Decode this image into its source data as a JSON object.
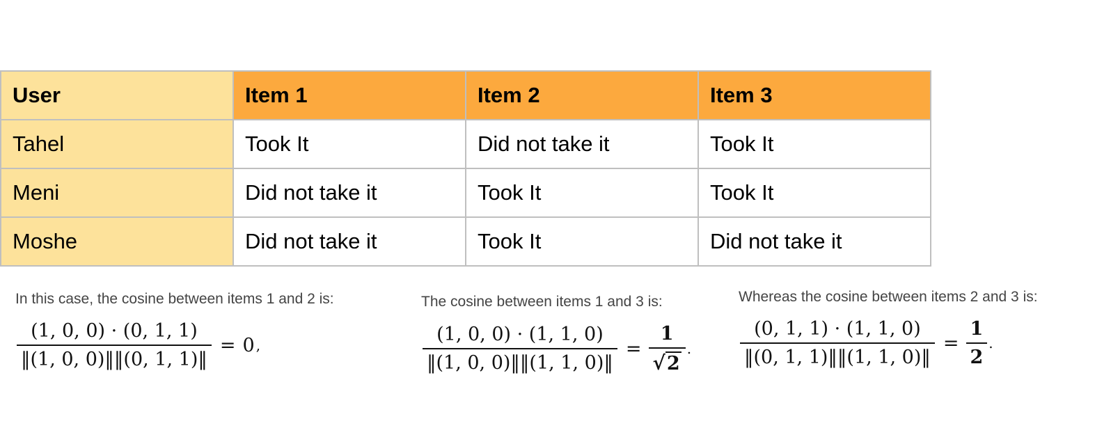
{
  "table": {
    "headers": [
      "User",
      "Item 1",
      "Item 2",
      "Item 3"
    ],
    "rows": [
      [
        "Tahel",
        "Took It",
        "Did not take it",
        "Took It"
      ],
      [
        "Meni",
        "Did not take it",
        "Took It",
        "Took It"
      ],
      [
        "Moshe",
        "Did not take it",
        "Took It",
        "Did not take it"
      ]
    ]
  },
  "colors": {
    "user_column": "#fde29b",
    "item_header": "#fca93e",
    "border": "#bfbfbf"
  },
  "captions": {
    "c12": "In this case, the cosine between items 1 and 2 is:",
    "c13": "The cosine between items 1 and 3 is:",
    "c23": "Whereas the cosine between items 2 and 3 is:"
  },
  "formulas": {
    "f12": {
      "num": "(1, 0, 0) · (0, 1, 1)",
      "den": "‖(1, 0, 0)‖‖(0, 1, 1)‖",
      "eq": "=",
      "result": "0",
      "tail": ","
    },
    "f13": {
      "num": "(1, 0, 0) · (1, 1, 0)",
      "den": "‖(1, 0, 0)‖‖(1, 1, 0)‖",
      "eq": "=",
      "res_num": "1",
      "res_sqrt_sym": "√",
      "res_sqrt_arg": "2",
      "tail": "."
    },
    "f23": {
      "num": "(0, 1, 1) · (1, 1, 0)",
      "den": "‖(0, 1, 1)‖‖(1, 1, 0)‖",
      "eq": "=",
      "res_num": "1",
      "res_den": "2",
      "tail": "."
    }
  }
}
